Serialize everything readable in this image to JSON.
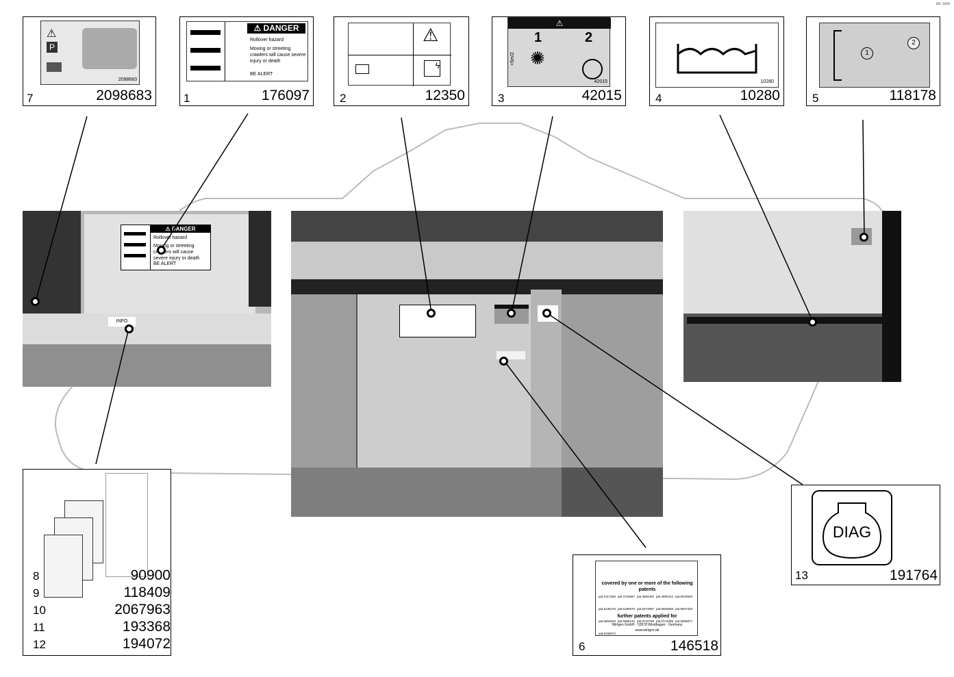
{
  "corner_mark": "⁰⁰ ⁰⁰⁰",
  "labels": [
    {
      "pos": "7",
      "part": "2098683"
    },
    {
      "pos": "1",
      "part": "176097"
    },
    {
      "pos": "2",
      "part": "12350"
    },
    {
      "pos": "3",
      "part": "42015"
    },
    {
      "pos": "4",
      "part": "10280"
    },
    {
      "pos": "5",
      "part": "118178"
    }
  ],
  "label_7": {
    "small_code": "2098683"
  },
  "label_1": {
    "title": "DANGER",
    "line1": "Rollover hazard",
    "line2": "Moving or streeting crawlers will cause severe injury or death",
    "line3": "BE ALERT"
  },
  "label_3": {
    "num1": "1",
    "num2": "2",
    "code": "42015",
    "axis": "×5m/Z"
  },
  "label_4": {
    "code": "10280"
  },
  "label_5": {
    "step1": "1",
    "step2": "2"
  },
  "photo_left_sticker": {
    "title": "DANGER",
    "line1": "Rollover hazard",
    "line2": "Moving or streeting crawlers will cause severe injury or death",
    "line3": "BE ALERT",
    "info": "INFO"
  },
  "manuals": {
    "rows": [
      {
        "pos": "8",
        "part": "90900"
      },
      {
        "pos": "9",
        "part": "118409"
      },
      {
        "pos": "10",
        "part": "2067963"
      },
      {
        "pos": "11",
        "part": "193368"
      },
      {
        "pos": "12",
        "part": "194072"
      }
    ]
  },
  "patent_label": {
    "pos": "6",
    "part": "146518",
    "heading": "covered by one or more of the following patents",
    "patents": [
      "pat.1017250",
      "pat.4732657",
      "pat.4884453",
      "pat.4900412",
      "pat.5018945",
      "pat.5136276",
      "pat.5186575",
      "pat.5474997",
      "pat.5505558",
      "pat.5607329",
      "pat.5653540",
      "pat.5685144",
      "pat.5722789",
      "pat.5741085",
      "pat.5808977",
      "pat.6158072"
    ],
    "further": "further patents applied for",
    "address": "Wirtgen GmbH · 53578 Windhagen · Germany",
    "web": "www.wirtgen.de"
  },
  "diag_label": {
    "pos": "13",
    "part": "191764",
    "text": "DIAG"
  }
}
